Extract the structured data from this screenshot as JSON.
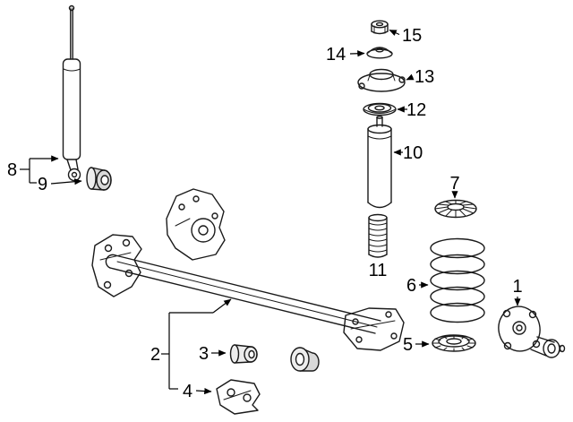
{
  "figure": {
    "kind": "exploded-parts-diagram",
    "background_color": "#ffffff",
    "line_color": "#1a1a1a",
    "label_color": "#000000"
  },
  "callouts": [
    {
      "label": "1"
    },
    {
      "label": "2"
    },
    {
      "label": "3"
    },
    {
      "label": "4"
    },
    {
      "label": "5"
    },
    {
      "label": "6"
    },
    {
      "label": "7"
    },
    {
      "label": "8"
    },
    {
      "label": "9"
    },
    {
      "label": "10"
    },
    {
      "label": "11"
    },
    {
      "label": "12"
    },
    {
      "label": "13"
    },
    {
      "label": "14"
    },
    {
      "label": "15"
    }
  ]
}
